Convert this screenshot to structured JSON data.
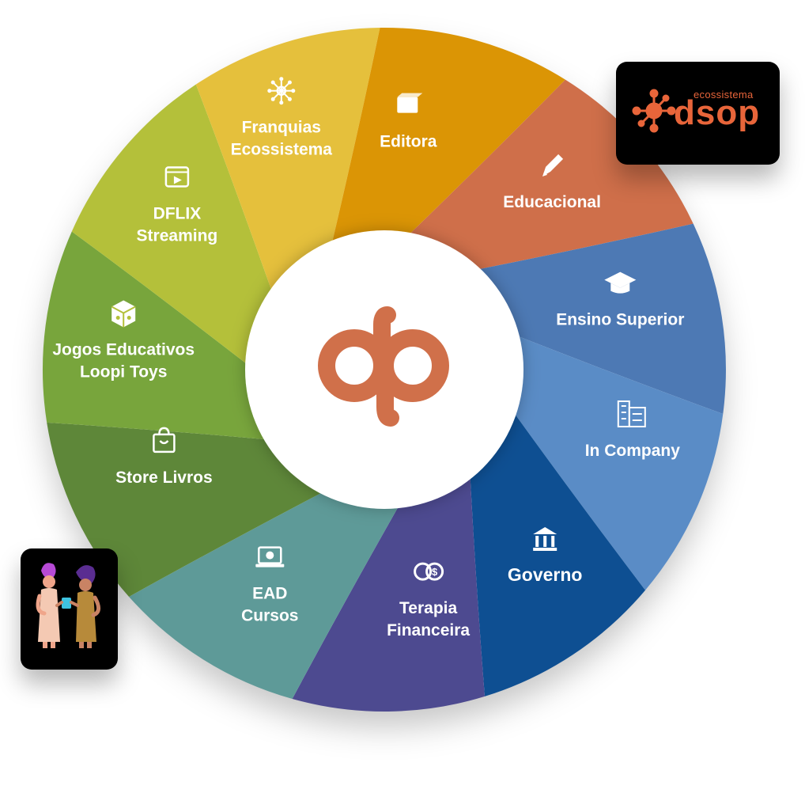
{
  "colors": {
    "center": "#d0704a",
    "brand_accent": "#e8653a",
    "card_bg": "#000000"
  },
  "segments": [
    {
      "id": "editora",
      "lines": [
        "Editora"
      ],
      "icon": "book-icon",
      "color": "#cf6f4a"
    },
    {
      "id": "educacional",
      "lines": [
        "Educacional"
      ],
      "icon": "pencil-icon",
      "color": "#4d79b4"
    },
    {
      "id": "ensino-superior",
      "lines": [
        "Ensino Superior"
      ],
      "icon": "graduation-cap-icon",
      "color": "#5a8cc6"
    },
    {
      "id": "in-company",
      "lines": [
        "In Company"
      ],
      "icon": "building-icon",
      "color": "#0e4f92"
    },
    {
      "id": "governo",
      "lines": [
        "Governo"
      ],
      "icon": "bank-icon",
      "color": "#4d4a90"
    },
    {
      "id": "terapia-financeira",
      "lines": [
        "Terapia",
        "Financeira"
      ],
      "icon": "money-cycle-icon",
      "color": "#5e9a98"
    },
    {
      "id": "ead-cursos",
      "lines": [
        "EAD",
        "Cursos"
      ],
      "icon": "laptop-check-icon",
      "color": "#5e8739"
    },
    {
      "id": "store-livros",
      "lines": [
        "Store Livros"
      ],
      "icon": "shopping-bag-icon",
      "color": "#78a53c"
    },
    {
      "id": "jogos-educativos",
      "lines": [
        "Jogos Educativos",
        "Loopi Toys"
      ],
      "icon": "game-cube-icon",
      "color": "#b4c03a"
    },
    {
      "id": "dflix-streaming",
      "lines": [
        "DFLIX",
        "Streaming"
      ],
      "icon": "video-icon",
      "color": "#e5c03c"
    },
    {
      "id": "franquias-ecossistema",
      "lines": [
        "Franquias",
        "Ecossistema"
      ],
      "icon": "network-icon",
      "color": "#db9505"
    }
  ],
  "dsop_card": {
    "small_text": "ecossistema",
    "big_text": "dsop",
    "icon": "network-node-icon"
  },
  "people_card": {
    "icon": "two-people-illustration-icon"
  },
  "center_logo": {
    "icon": "dp-logo-icon"
  }
}
